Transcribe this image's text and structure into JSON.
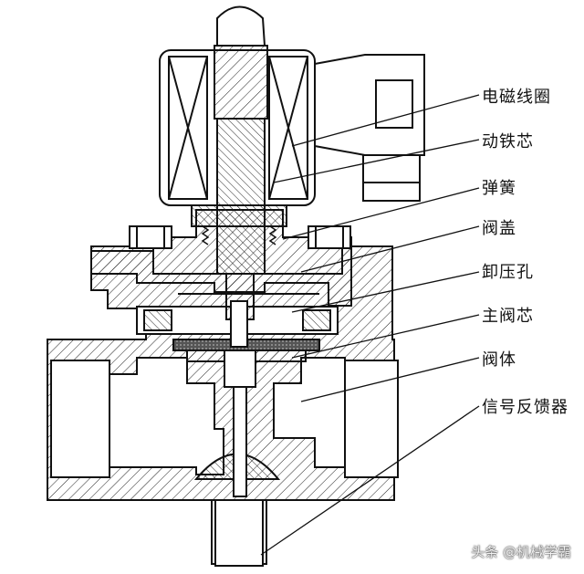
{
  "diagram": {
    "labels": [
      {
        "key": "coil",
        "text": "电磁线圈"
      },
      {
        "key": "plunger",
        "text": "动铁芯"
      },
      {
        "key": "spring",
        "text": "弹簧"
      },
      {
        "key": "bonnet",
        "text": "阀盖"
      },
      {
        "key": "relief",
        "text": "卸压孔"
      },
      {
        "key": "main_core",
        "text": "主阀芯"
      },
      {
        "key": "body",
        "text": "阀体"
      },
      {
        "key": "feedback",
        "text": "信号反馈器"
      }
    ]
  },
  "watermark": "头条 @机械学霸"
}
